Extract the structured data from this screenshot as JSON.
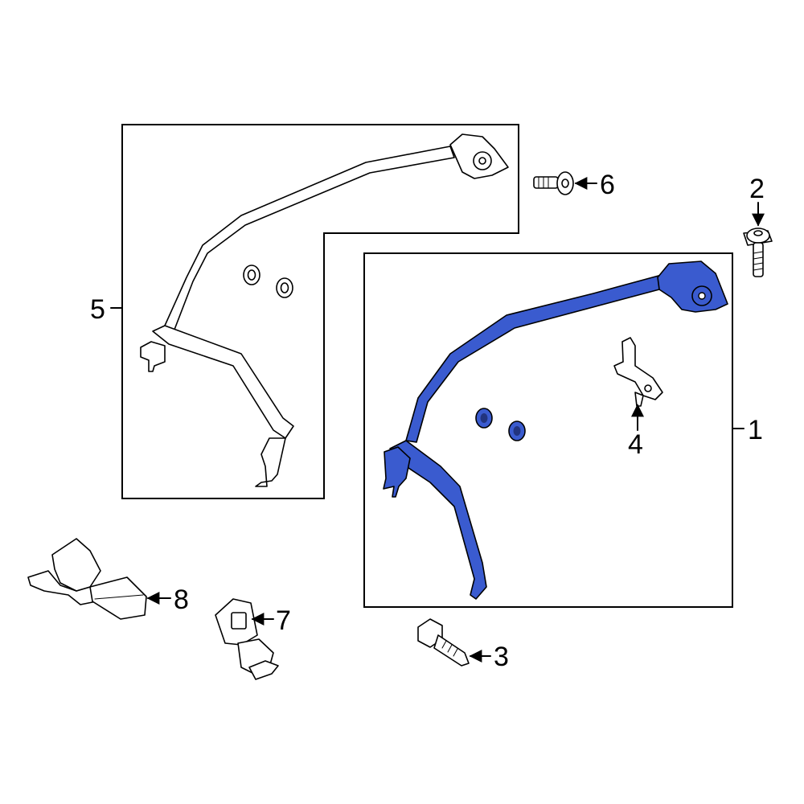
{
  "colors": {
    "highlight": "#3a5bcf",
    "line": "#000000",
    "background": "#ffffff"
  },
  "callouts": {
    "c1": "1",
    "c2": "2",
    "c3": "3",
    "c4": "4",
    "c5": "5",
    "c6": "6",
    "c7": "7",
    "c8": "8"
  }
}
